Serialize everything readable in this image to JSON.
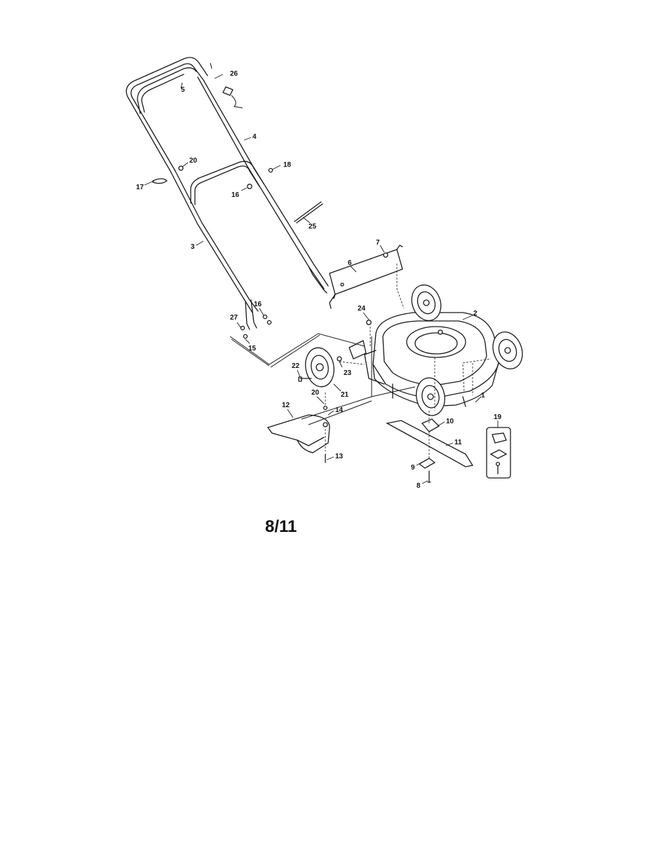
{
  "diagram": {
    "page_number": "8/11",
    "callouts": {
      "c1": "1",
      "c2": "2",
      "c3": "3",
      "c4": "4",
      "c5": "5",
      "c6": "6",
      "c7": "7",
      "c8": "8",
      "c9": "9",
      "c10": "10",
      "c11": "11",
      "c12": "12",
      "c13": "13",
      "c14": "14",
      "c15": "15",
      "c16a": "16",
      "c16b": "16",
      "c17": "17",
      "c18": "18",
      "c19": "19",
      "c20a": "20",
      "c20b": "20",
      "c21": "21",
      "c22": "22",
      "c23": "23",
      "c24": "24",
      "c25": "25",
      "c26": "26",
      "c27": "27"
    }
  }
}
